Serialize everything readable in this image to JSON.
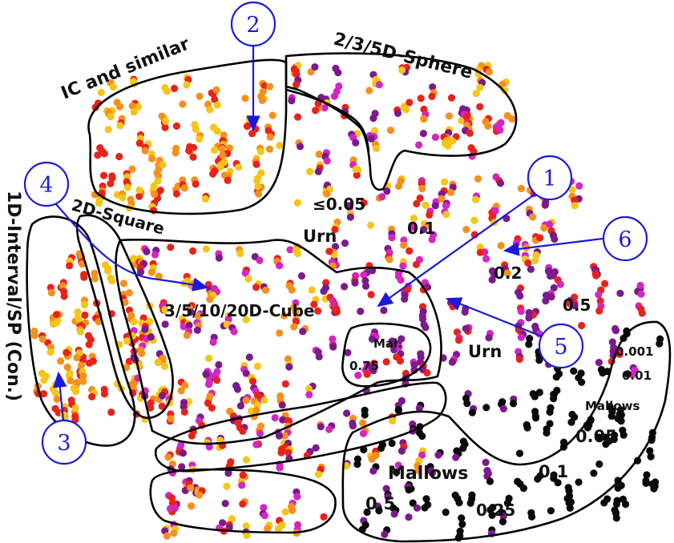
{
  "labels": {
    "ic": "IC and similar",
    "sphere": "2/3/5D-Sphere",
    "interval": "1D-Interval/SP (Con.)",
    "square": "2D-Square",
    "cube": "3/5/10/20D-Cube",
    "urn_005": "≤0.05",
    "urn_top": "Urn",
    "u01": "0.1",
    "u02": "0.2",
    "u05": "0.5",
    "urn_right": "Urn",
    "mal_small": "Mal.",
    "mal_075": "0.75",
    "m0001": "0.001",
    "m001": "0.01",
    "mallows_small": "Mallows",
    "m005": "0.05",
    "m01": "0.1",
    "mallows_big": "Mallows",
    "m05": "0.5",
    "m025": "0.25"
  },
  "callouts": [
    "1",
    "2",
    "3",
    "4",
    "5",
    "6"
  ],
  "colors": {
    "yellow": "#f5c518",
    "orange": "#f5901e",
    "red": "#e8231b",
    "magenta": "#d326c2",
    "purple": "#7a1a8c",
    "black": "#0a0a0a",
    "callout": "#1a1adb"
  }
}
